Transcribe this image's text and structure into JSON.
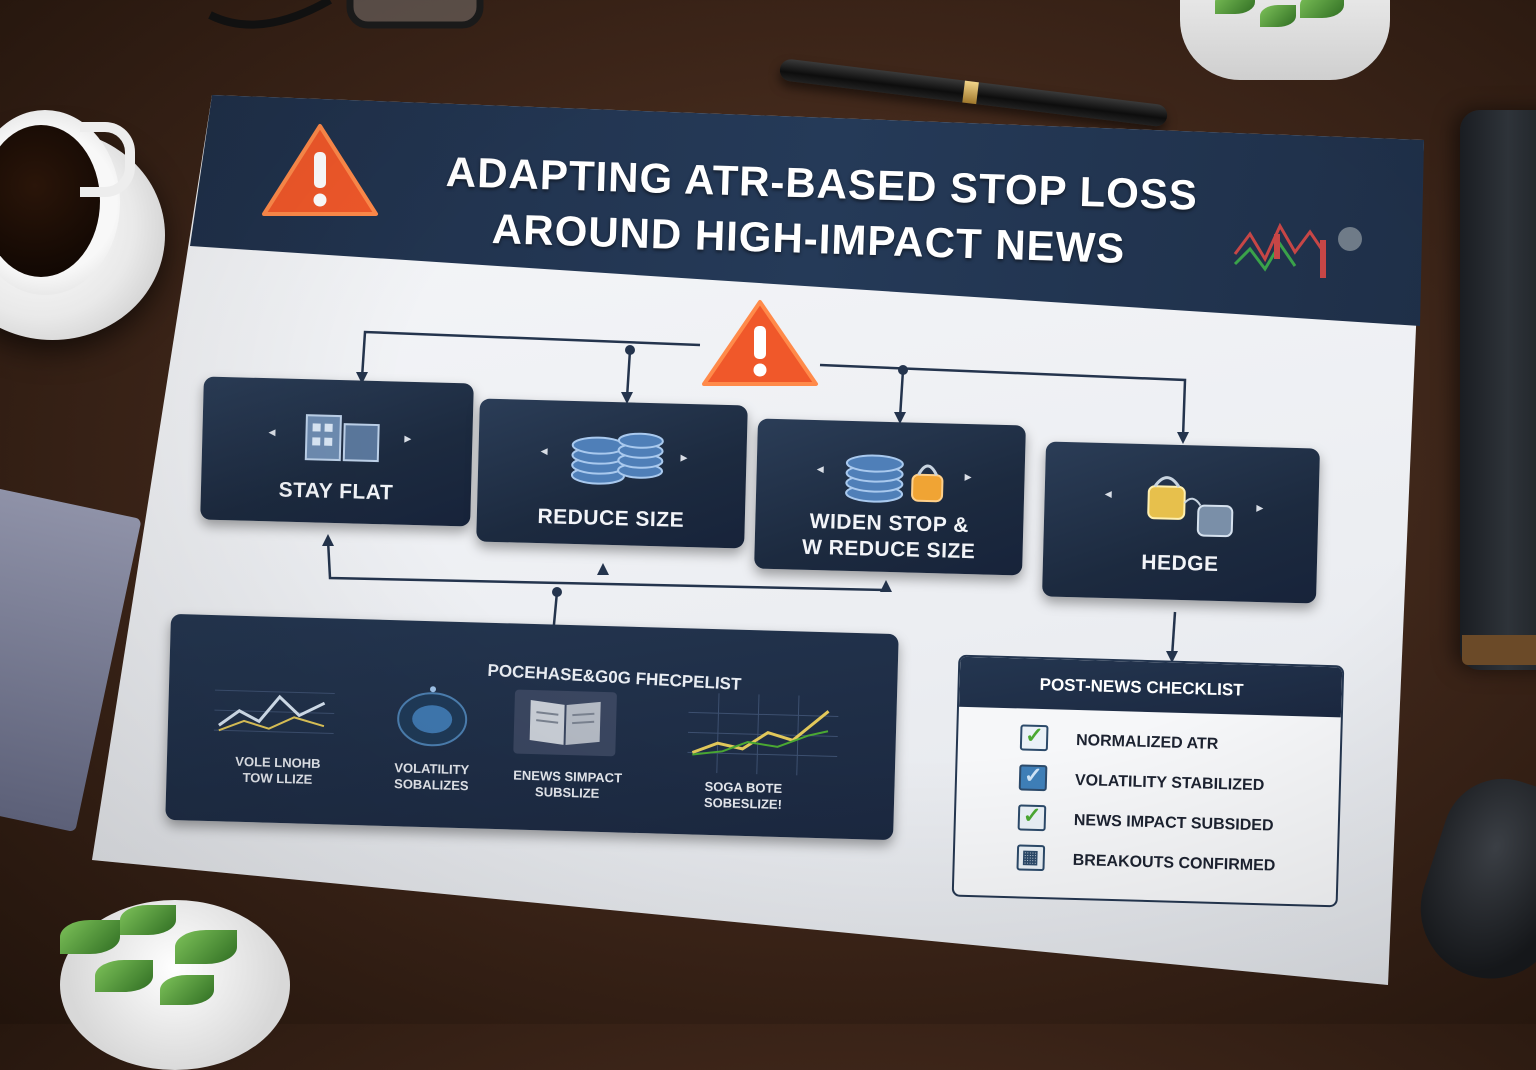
{
  "poster": {
    "title_line1": "ADAPTING ATR-BASED STOP LOSS",
    "title_line2": "AROUND HIGH-IMPACT NEWS"
  },
  "options": [
    {
      "label": "STAY FLAT",
      "icon": "building-icon"
    },
    {
      "label": "REDUCE SIZE",
      "icon": "coin-stack-icon"
    },
    {
      "label_line1": "WIDEN STOP &",
      "label_line2": "W REDUCE SIZE",
      "icon": "coins-lock-icon"
    },
    {
      "label": "HEDGE",
      "icon": "lock-pair-icon"
    }
  ],
  "pre_checklist": {
    "title": "POCEHASE&G0G FHECPELIST",
    "items": [
      {
        "line1": "VOLE LNOHB",
        "line2": "TOW LLIZE",
        "icon": "line-chart-icon"
      },
      {
        "line1": "VOLATILITY",
        "line2": "SOBALIZES",
        "icon": "globe-icon"
      },
      {
        "line1": "ENEWS SIMPACT",
        "line2": "SUBSLIZE",
        "icon": "open-book-icon"
      },
      {
        "line1": "SOGA BOTE",
        "line2": "SOBESLIZE!",
        "icon": "rising-chart-icon"
      }
    ]
  },
  "post_checklist": {
    "title": "POST-NEWS CHECKLIST",
    "items": [
      {
        "label": "NORMALIZED ATR",
        "mark": "✓"
      },
      {
        "label": "VOLATILITY STABILIZED",
        "mark": "✓"
      },
      {
        "label": "NEWS IMPACT SUBSIDED",
        "mark": "✓"
      },
      {
        "label": "BREAKOUTS CONFIRMED",
        "mark": "▦"
      }
    ]
  },
  "colors": {
    "navy": "#1d2c44",
    "warning_orange": "#f0582a",
    "check_green": "#4aa832"
  }
}
